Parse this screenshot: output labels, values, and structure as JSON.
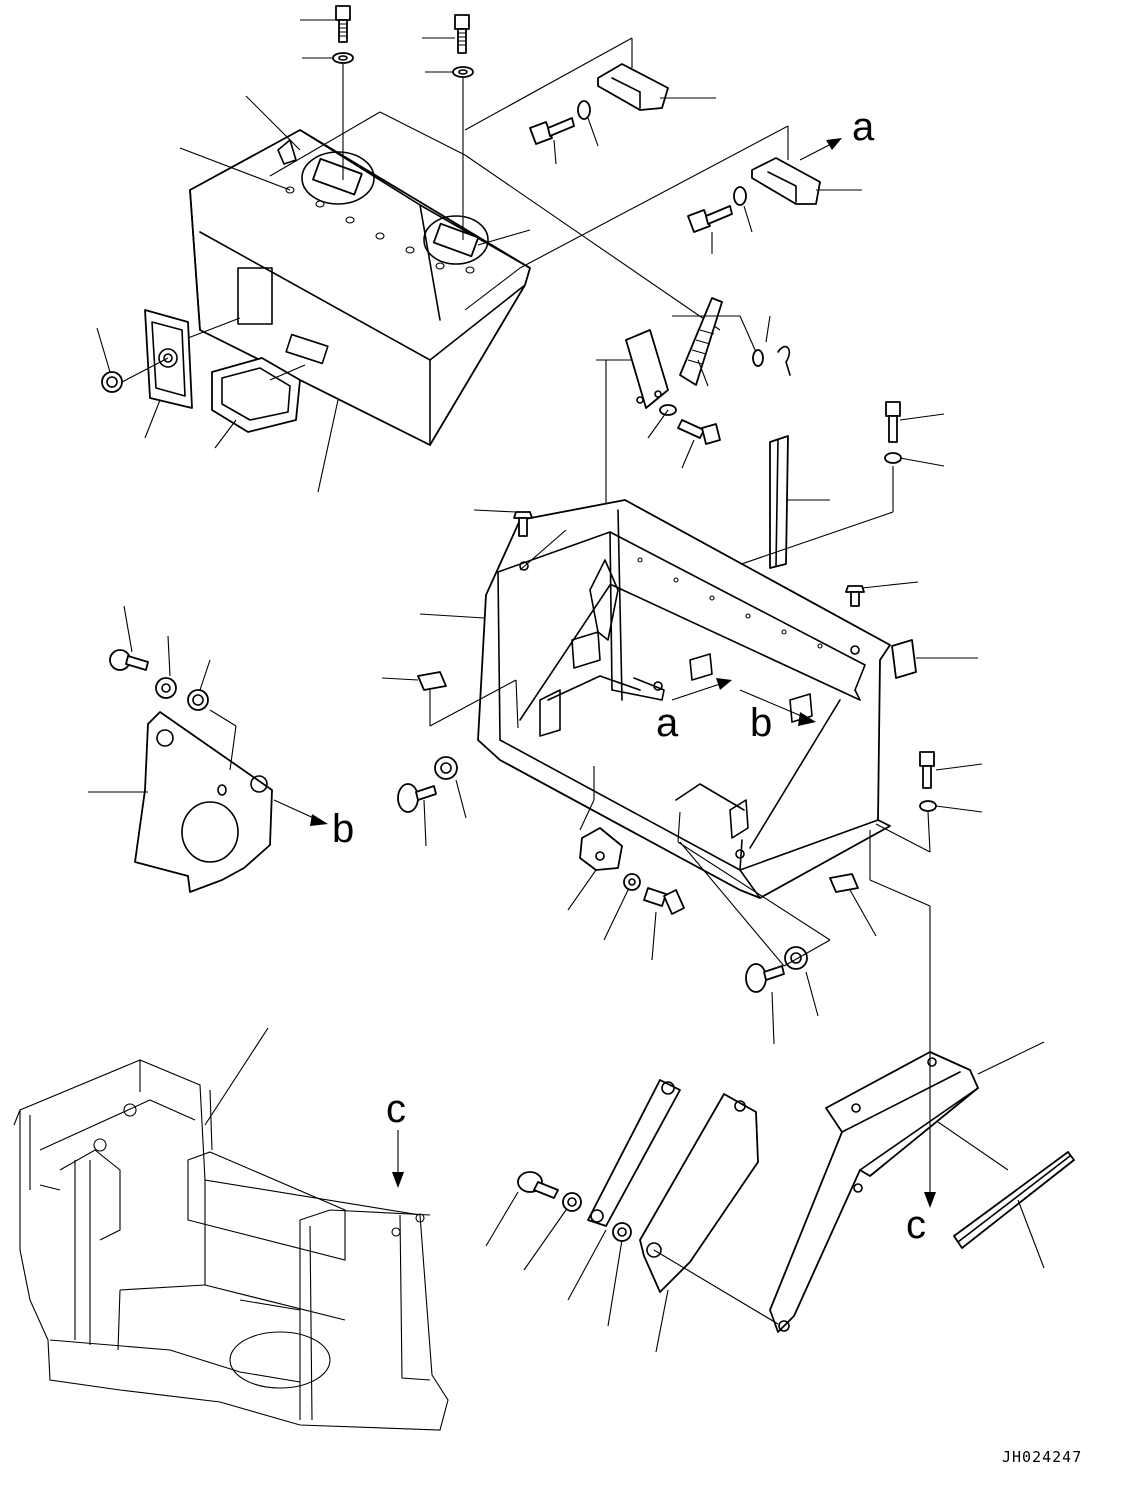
{
  "view_labels": {
    "a": "a",
    "b": "b",
    "c": "c"
  },
  "drawing_code": "JH024247"
}
